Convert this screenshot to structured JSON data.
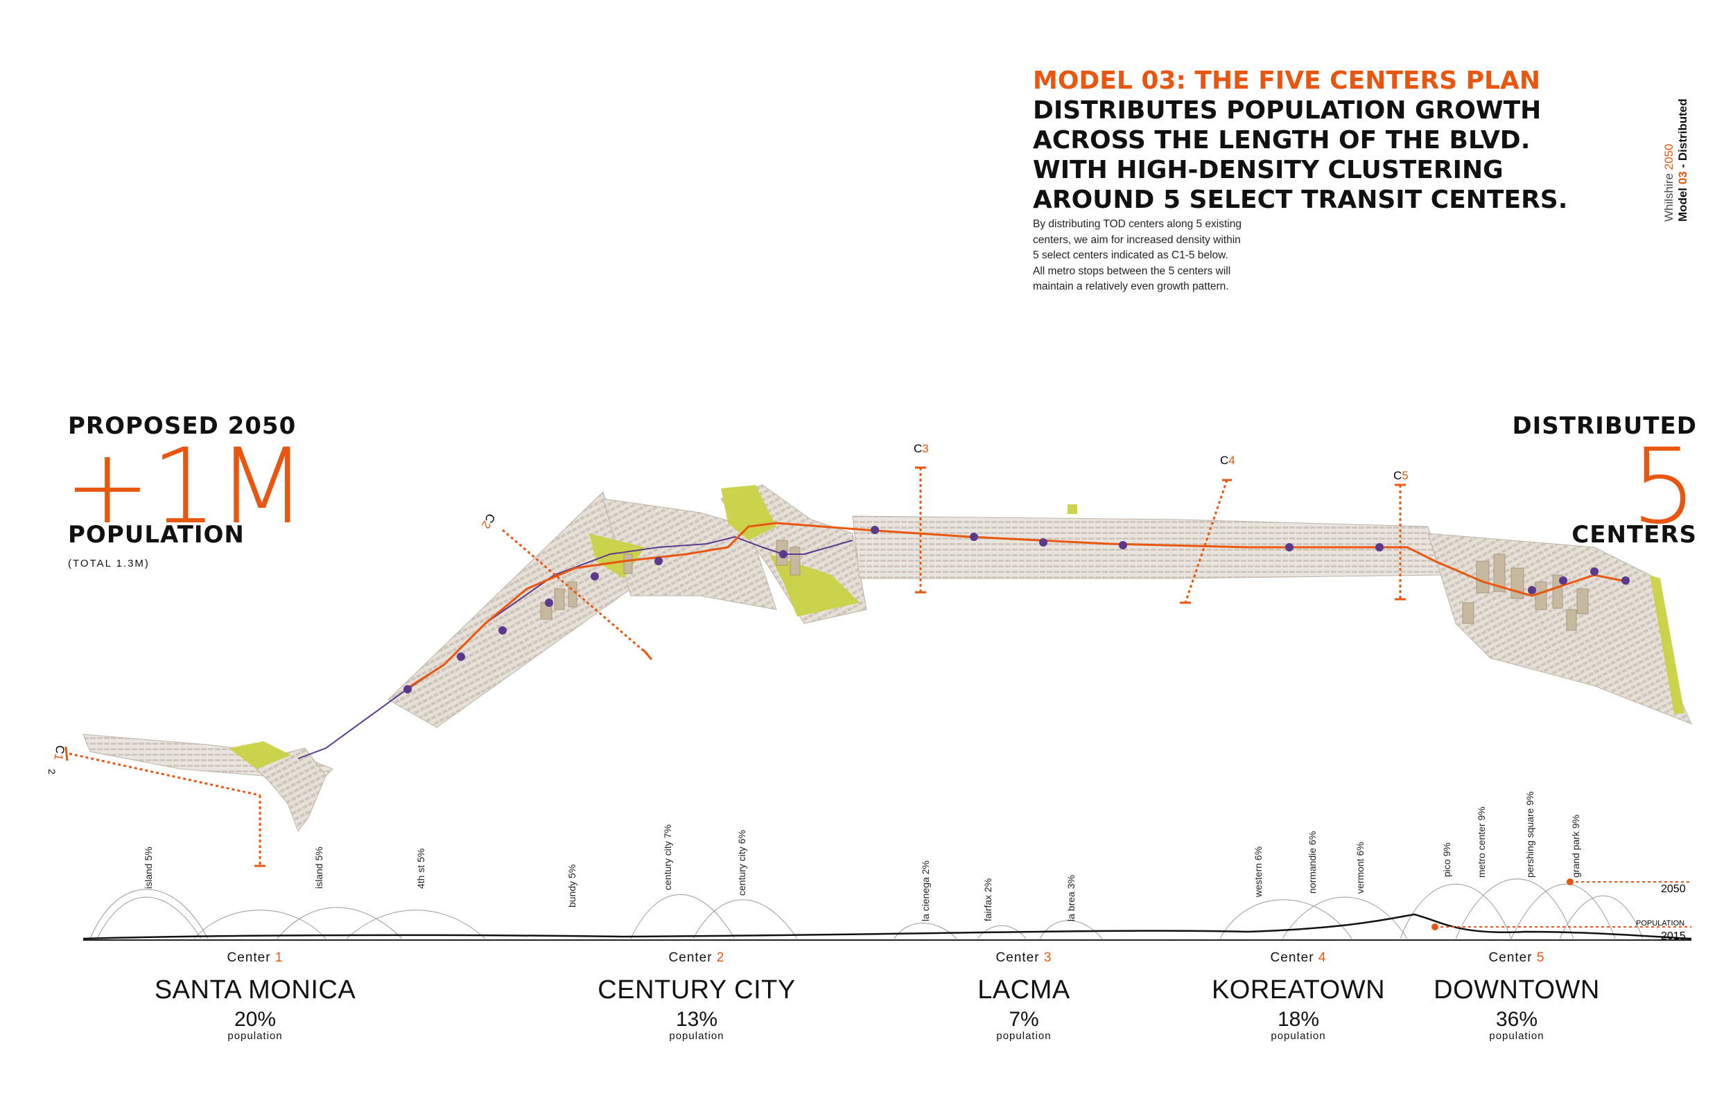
{
  "header": {
    "title_orange": "MODEL 03: THE FIVE CENTERS PLAN",
    "title_lines": [
      "DISTRIBUTES POPULATION GROWTH",
      "ACROSS THE LENGTH OF THE BLVD.",
      "WITH HIGH-DENSITY CLUSTERING",
      "AROUND 5 SELECT TRANSIT CENTERS."
    ],
    "description": [
      "By distributing TOD centers along 5 existing",
      "centers, we aim for increased density within",
      "5 select centers indicated as C1-5 below.",
      "All metro stops between the 5 centers will",
      "maintain a relatively even growth pattern."
    ]
  },
  "sidebar": {
    "line1_a": "Whilshire",
    "line1_b": "2050",
    "line2_a": "Model",
    "line2_b": "03",
    "line2_c": "- Distributed"
  },
  "left_stat": {
    "label_top": "PROPOSED 2050",
    "number": "+1M",
    "label_bottom": "POPULATION",
    "note": "(TOTAL 1.3M)"
  },
  "right_stat": {
    "label_top": "DISTRIBUTED",
    "number": "5",
    "label_bottom": "CENTERS"
  },
  "section_markers": [
    {
      "prefix": "C",
      "num": "1",
      "extra": "2"
    },
    {
      "prefix": "C",
      "num": "2"
    },
    {
      "prefix": "C",
      "num": "3"
    },
    {
      "prefix": "C",
      "num": "4"
    },
    {
      "prefix": "C",
      "num": "5"
    }
  ],
  "stations": [
    "island 5%",
    "island  5%",
    "4th st 5%",
    "bundy 5%",
    "century city 7%",
    "century city 6%",
    "la cienega 2%",
    "fairfax 2%",
    "la brea 3%",
    "western 6%",
    "normandie 6%",
    "vermont 6%",
    "pico 9%",
    "metro center 9%",
    "pershing square 9%",
    "grand park 9%"
  ],
  "profile_labels": {
    "year_2050": "2050",
    "population": "POPULATION",
    "year_2015": "2015"
  },
  "centers": [
    {
      "label": "Center",
      "num": "1",
      "name": "SANTA MONICA",
      "pct": "20%",
      "sub": "population"
    },
    {
      "label": "Center",
      "num": "2",
      "name": "CENTURY CITY",
      "pct": "13%",
      "sub": "population"
    },
    {
      "label": "Center",
      "num": "3",
      "name": "LACMA",
      "pct": "7%",
      "sub": "population"
    },
    {
      "label": "Center",
      "num": "4",
      "name": "KOREATOWN",
      "pct": "18%",
      "sub": "population"
    },
    {
      "label": "Center",
      "num": "5",
      "name": "DOWNTOWN",
      "pct": "36%",
      "sub": "population"
    }
  ],
  "colors": {
    "accent": "#e8560f",
    "metro_line": "#5b3a8e",
    "parks": "#c9d244",
    "city_fabric": "#d6cfc6"
  }
}
